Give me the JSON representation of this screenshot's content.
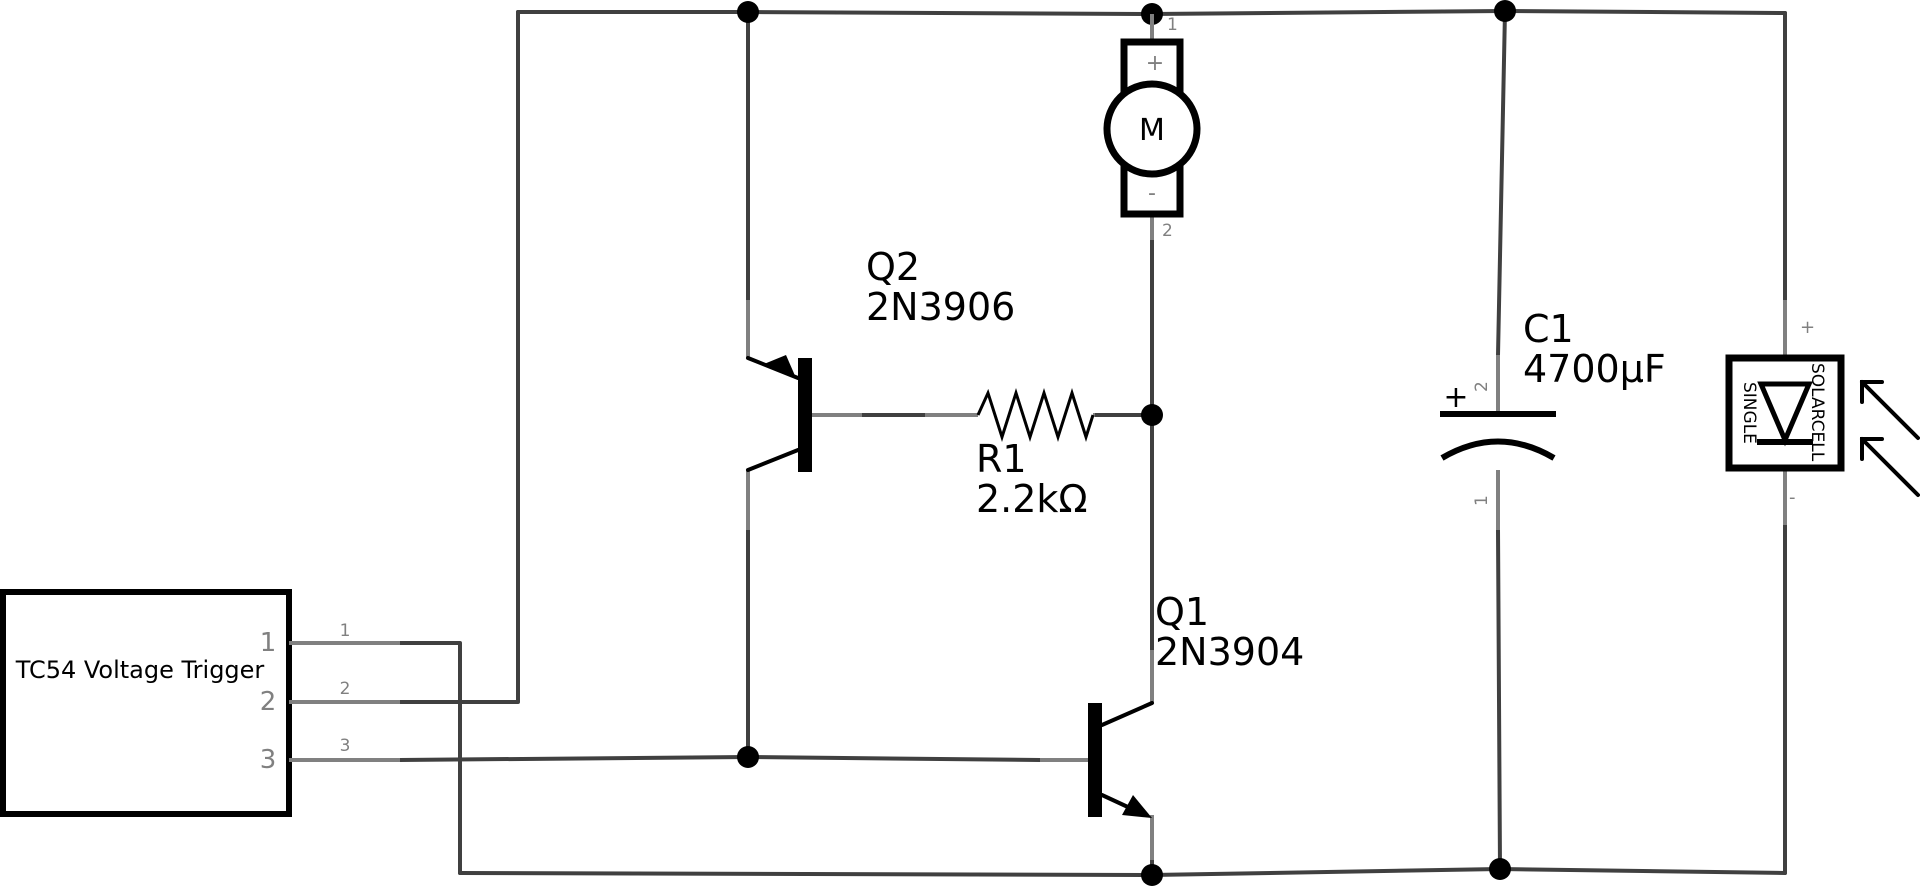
{
  "trigger": {
    "label": "TC54 Voltage Trigger",
    "pins": [
      "1",
      "2",
      "3"
    ]
  },
  "motor": {
    "symbol": "M",
    "plus": "+",
    "minus": "-",
    "pin_top": "1",
    "pin_bottom": "2"
  },
  "q2": {
    "ref": "Q2",
    "part": "2N3906"
  },
  "q1": {
    "ref": "Q1",
    "part": "2N3904"
  },
  "r1": {
    "ref": "R1",
    "value": "2.2kΩ"
  },
  "c1": {
    "ref": "C1",
    "value": "4700µF",
    "plus": "+",
    "pin_top": "2",
    "pin_bottom": "1"
  },
  "solar": {
    "line1": "SOLARCELL",
    "line2": "SINGLE",
    "plus": "+",
    "minus": "-"
  },
  "colors": {
    "wire": "#404040",
    "lead": "#808080",
    "body": "#000000"
  }
}
